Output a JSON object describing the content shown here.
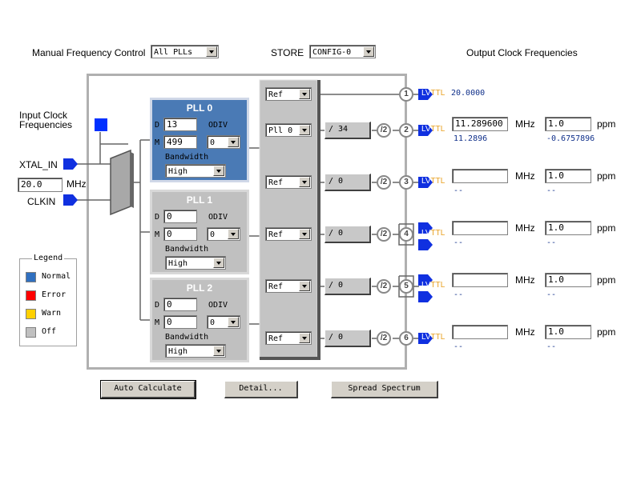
{
  "header": {
    "mfc_label": "Manual Frequency Control",
    "mfc_value": "All PLLs",
    "store_label": "STORE",
    "store_value": "CONFIG-0",
    "output_label": "Output Clock Frequencies"
  },
  "inputs": {
    "title_line1": "Input Clock",
    "title_line2": "Frequencies",
    "xtal_label": "XTAL_IN",
    "xtal_value": "20.0",
    "xtal_unit": "MHz",
    "clkin_label": "CLKIN"
  },
  "plls": [
    {
      "title": "PLL 0",
      "d_label": "D",
      "d": "13",
      "m_label": "M",
      "m": "499",
      "odiv_label": "ODIV",
      "odiv": "0",
      "bw_label": "Bandwidth",
      "bw": "High"
    },
    {
      "title": "PLL 1",
      "d_label": "D",
      "d": "0",
      "m_label": "M",
      "m": "0",
      "odiv_label": "ODIV",
      "odiv": "0",
      "bw_label": "Bandwidth",
      "bw": "High"
    },
    {
      "title": "PLL 2",
      "d_label": "D",
      "d": "0",
      "m_label": "M",
      "m": "0",
      "odiv_label": "ODIV",
      "odiv": "0",
      "bw_label": "Bandwidth",
      "bw": "High"
    }
  ],
  "outputs": [
    {
      "num": "1",
      "src": "Ref",
      "div": "",
      "div2": "",
      "lv": "LV",
      "ttl": "TTL",
      "freq_text": "20.0000"
    },
    {
      "num": "2",
      "src": "Pll 0",
      "div": "/ 34",
      "div2": "/2",
      "lv": "LV",
      "ttl": "TTL",
      "freq": "11.289600",
      "mhz": "MHz",
      "ppm_val": "1.0",
      "ppm": "ppm",
      "actual": "11.2896",
      "dev": "-0.6757896"
    },
    {
      "num": "3",
      "src": "Ref",
      "div": "/ 0",
      "div2": "/2",
      "lv": "LV",
      "ttl": "TTL",
      "freq": "",
      "mhz": "MHz",
      "ppm_val": "1.0",
      "ppm": "ppm",
      "actual": "--",
      "dev": "--"
    },
    {
      "num": "4",
      "src": "Ref",
      "div": "/ 0",
      "div2": "/2",
      "lv": "LV",
      "ttl": "TTL",
      "freq": "",
      "mhz": "MHz",
      "ppm_val": "1.0",
      "ppm": "ppm",
      "actual": "--",
      "dev": "--"
    },
    {
      "num": "5",
      "src": "Ref",
      "div": "/ 0",
      "div2": "/2",
      "lv": "LV",
      "ttl": "TTL",
      "freq": "",
      "mhz": "MHz",
      "ppm_val": "1.0",
      "ppm": "ppm",
      "actual": "--",
      "dev": "--"
    },
    {
      "num": "6",
      "src": "Ref",
      "div": "/ 0",
      "div2": "/2",
      "lv": "LV",
      "ttl": "TTL",
      "freq": "",
      "mhz": "MHz",
      "ppm_val": "1.0",
      "ppm": "ppm",
      "actual": "--",
      "dev": "--"
    }
  ],
  "legend": {
    "title": "Legend",
    "items": [
      {
        "label": "Normal",
        "color": "#3070c0"
      },
      {
        "label": "Error",
        "color": "#ff0000"
      },
      {
        "label": "Warn",
        "color": "#ffd000"
      },
      {
        "label": "Off",
        "color": "#c0c0c0"
      }
    ]
  },
  "buttons": {
    "auto": "Auto Calculate",
    "detail": "Detail...",
    "spread": "Spread Spectrum"
  },
  "colors": {
    "status_normal": "#0030ff",
    "port_blue": "#1030e0",
    "pll_active": "#4a7ab5",
    "ttl_orange": "#e8a020"
  }
}
